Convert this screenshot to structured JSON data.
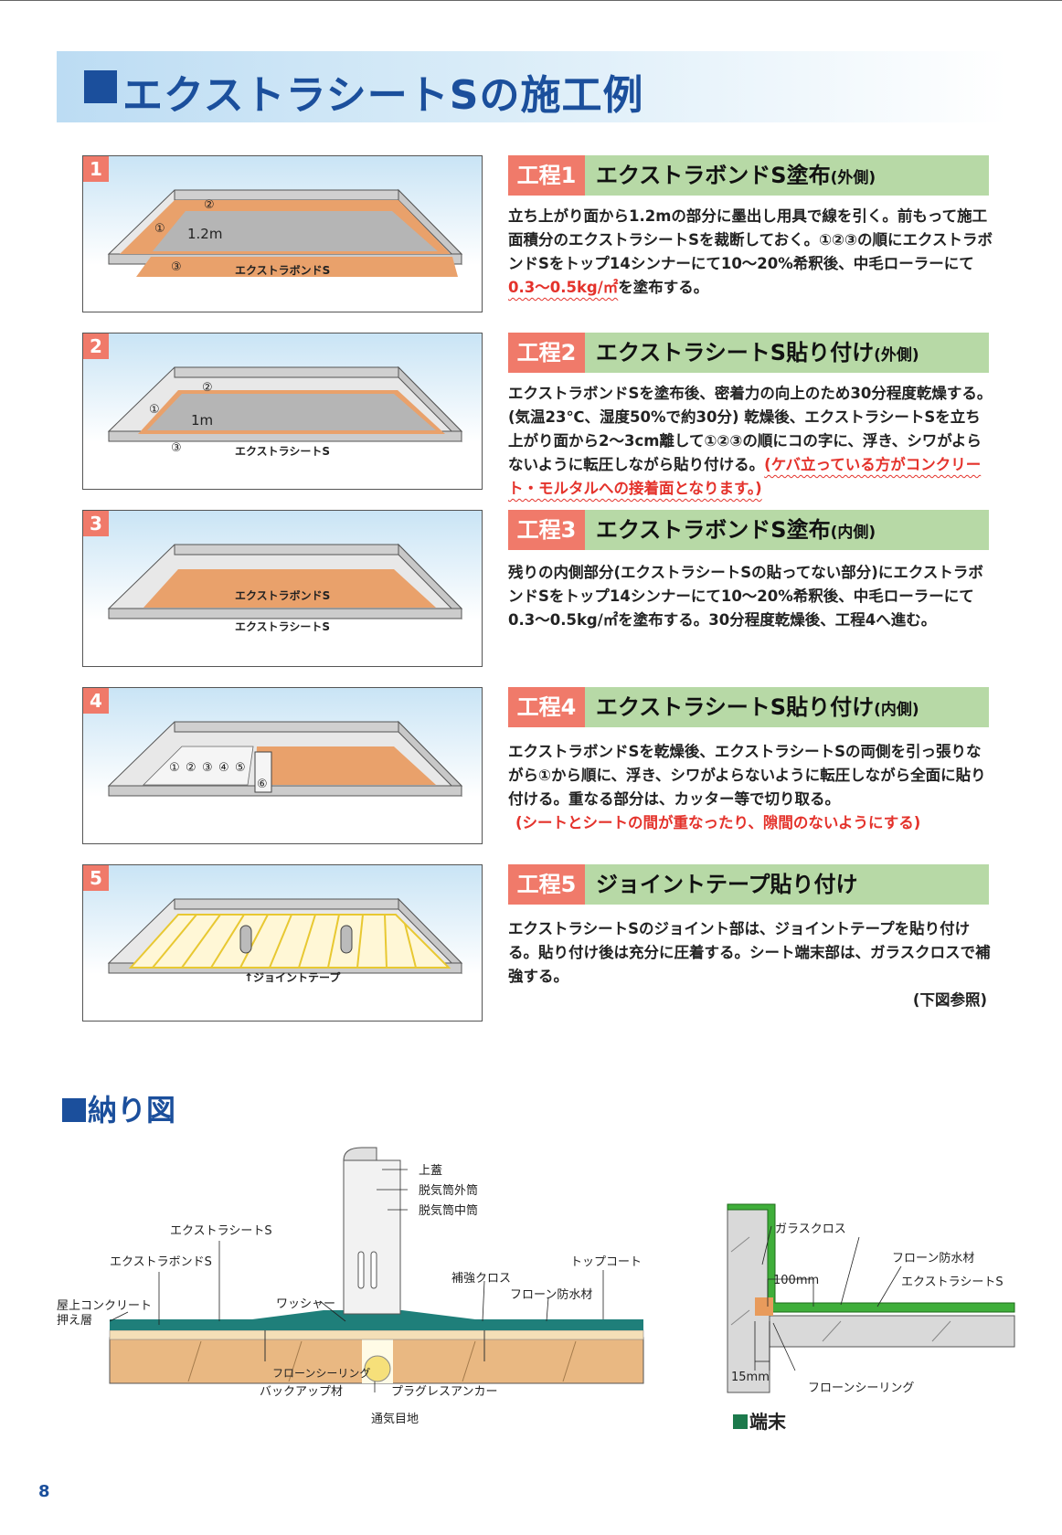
{
  "header": {
    "title": "エクストラシートSの施工例"
  },
  "steps": [
    {
      "num": "1",
      "label": "工程1",
      "title": "エクストラボンドS塗布",
      "sub": "(外側)",
      "img_labels": {
        "dim": "1.2m",
        "material": "エクストラボンドS",
        "m1": "①",
        "m2": "②",
        "m3": "③"
      },
      "body_a": "立ち上がり面から1.2mの部分に墨出し用具で線を引く。前もって施工面積分のエクストラシートSを裁断しておく。①②③の順にエクストラボンドSをトップ14シンナーにて10〜20%希釈後、中毛ローラーにて",
      "body_red": "0.3〜0.5kg/㎡",
      "body_b": "を塗布する。"
    },
    {
      "num": "2",
      "label": "工程2",
      "title": "エクストラシートS貼り付け",
      "sub": "(外側)",
      "img_labels": {
        "dim": "1m",
        "material": "エクストラシートS",
        "m1": "①",
        "m2": "②",
        "m3": "③"
      },
      "body_a": "エクストラボンドSを塗布後、密着力の向上のため30分程度乾燥する。(気温23℃、湿度50%で約30分) 乾燥後、エクストラシートSを立ち上がり面から2〜3cm離して①②③の順にコの字に、浮き、シワがよらないように転圧しながら貼り付ける。",
      "body_red": "(ケバ立っている方がコンクリート・モルタルへの接着面となります。)"
    },
    {
      "num": "3",
      "label": "工程3",
      "title": "エクストラボンドS塗布",
      "sub": "(内側)",
      "img_labels": {
        "material_a": "エクストラボンドS",
        "material_b": "エクストラシートS"
      },
      "body_a": "残りの内側部分(エクストラシートSの貼ってない部分)にエクストラボンドSをトップ14シンナーにて10〜20%希釈後、中毛ローラーにて0.3〜0.5kg/㎡を塗布する。30分程度乾燥後、工程4へ進む。"
    },
    {
      "num": "4",
      "label": "工程4",
      "title": "エクストラシートS貼り付け",
      "sub": "(内側)",
      "img_labels": {
        "marks": [
          "①",
          "②",
          "③",
          "④",
          "⑤",
          "⑥"
        ]
      },
      "body_a": "エクストラボンドSを乾燥後、エクストラシートSの両側を引っ張りながら①から順に、浮き、シワがよらないように転圧しながら全面に貼り付ける。重なる部分は、カッター等で切り取る。",
      "body_red": "(シートとシートの間が重なったり、隙間のないようにする)"
    },
    {
      "num": "5",
      "label": "工程5",
      "title": "ジョイントテープ貼り付け",
      "sub": "",
      "img_labels": {
        "tape": "↑ジョイントテープ"
      },
      "body_a": "エクストラシートSのジョイント部は、ジョイントテープを貼り付ける。貼り付け後は充分に圧着する。シート端末部は、ガラスクロスで補強する。",
      "body_note": "(下図参照)"
    }
  ],
  "section2": {
    "title": "納り図"
  },
  "detail": {
    "labels": [
      "上蓋",
      "脱気筒外筒",
      "脱気筒中筒",
      "エクストラシートS",
      "エクストラボンドS",
      "トップコート",
      "補強クロス",
      "フローン防水材",
      "屋上コンクリート",
      "押え層",
      "ワッシャー",
      "フローンシーリング",
      "バックアップ材",
      "プラグレスアンカー",
      "通気目地"
    ]
  },
  "end_detail": {
    "title": "端末",
    "labels": [
      "ガラスクロス",
      "フローン防水材",
      "エクストラシートS",
      "100mm",
      "15mm",
      "フローンシーリング"
    ]
  },
  "colors": {
    "accent_blue": "#1b4f9c",
    "step_red": "#f07a6a",
    "step_green": "#b7d9a6",
    "bond_orange": "#e9a16b",
    "sheet_gray": "#b5b5b5",
    "membrane_teal": "#1f7f7a"
  },
  "page": {
    "number": "8"
  }
}
